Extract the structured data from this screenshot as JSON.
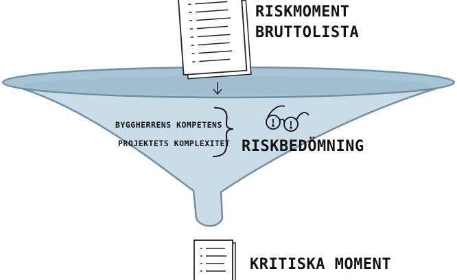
{
  "labels": {
    "input_line1": "RISKMOMENT",
    "input_line2": "BRUTTOLISTA",
    "factor1": "BYGGHERRENS KOMPETENS",
    "factor2": "PROJEKTETS KOMPLEXITET",
    "assessment": "RISKBEDÖMNING",
    "output": "KRITISKA MOMENT"
  },
  "colors": {
    "funnel_fill": "#c9dce7",
    "funnel_rim": "#a9c4d4",
    "funnel_stroke": "#6f8fa5",
    "ink": "#111111"
  }
}
